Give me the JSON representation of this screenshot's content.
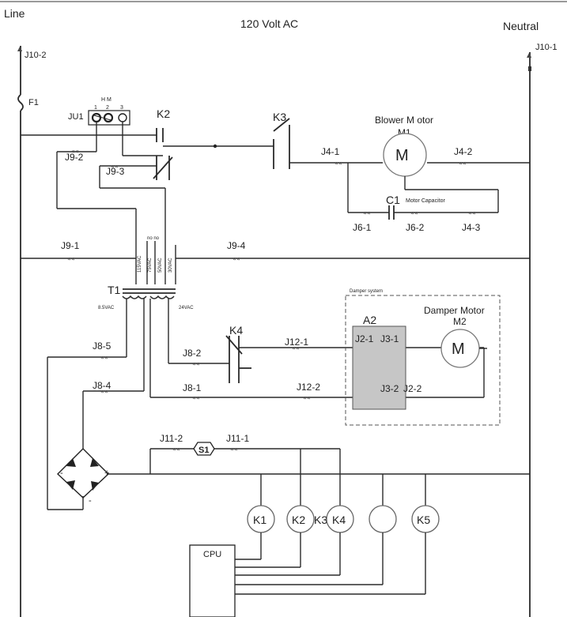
{
  "header": {
    "line": "Line",
    "voltage": "120 Volt AC",
    "neutral": "Neutral"
  },
  "jacks": {
    "j10_2": "J10-2",
    "j10_1": "J10-1",
    "j9_1": "J9-1",
    "j9_2": "J9-2",
    "j9_3": "J9-3",
    "j9_4": "J9-4",
    "j4_1": "J4-1",
    "j4_2": "J4-2",
    "j4_3": "J4-3",
    "j6_1": "J6-1",
    "j6_2": "J6-2",
    "j8_1": "J8-1",
    "j8_2": "J8-2",
    "j8_4": "J8-4",
    "j8_5": "J8-5",
    "j12_1": "J12-1",
    "j12_2": "J12-2",
    "j2_1": "J2-1",
    "j2_2": "J2-2",
    "j3_1": "J3-1",
    "j3_2": "J3-2",
    "j11_1": "J11-1",
    "j11_2": "J11-2"
  },
  "components": {
    "fuse": "F1",
    "jumper": "JU1",
    "jumper_hm": "H   M",
    "jumper_pins": [
      "1",
      "2",
      "3"
    ],
    "k2": "K2",
    "k3": "K3",
    "k4": "K4",
    "blower_motor_title": "Blower M otor",
    "m1": "M1",
    "motor_symbol": "M",
    "c1": "C1",
    "motor_capacitor": "Motor Capacitor",
    "transformer": "T1",
    "xfmr_primary": [
      "115VAC",
      "75VAC",
      "50VAC",
      "30VAC"
    ],
    "xfmr_top_labels": "no  no",
    "xfmr_sec_left": "8.5VAC",
    "xfmr_sec_right": "24VAC",
    "damper_system": "Damper system",
    "a2": "A2",
    "damper_motor_title": "Damper Motor",
    "m2": "M2",
    "s1": "S1",
    "relays": [
      "K1",
      "K2",
      "K3",
      "K4",
      "",
      "K5"
    ],
    "cpu": "CPU",
    "bridge_minus_left": "-",
    "bridge_plus_right": "+",
    "bridge_minus_bottom": "-"
  }
}
